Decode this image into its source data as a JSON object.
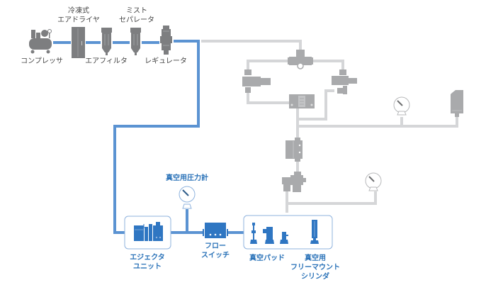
{
  "colors": {
    "active_pipe": "#5b93d2",
    "inactive_pipe": "#d5d6d8",
    "device_gray": "#7d7e80",
    "device_light_gray": "#a9aaac",
    "device_blue": "#2f76c2",
    "label_gray": "#444444",
    "label_blue": "#2a72b8",
    "group_box": "#8fb3de"
  },
  "air_prep": {
    "compressor": {
      "label": "コンプレッサ",
      "icon": "compressor-icon"
    },
    "dryer": {
      "label_lines": [
        "冷凍式",
        "エアドライヤ"
      ],
      "icon": "air-dryer-icon"
    },
    "filter": {
      "label": "エアフィルタ",
      "icon": "air-filter-icon"
    },
    "mist_separator": {
      "label_lines": [
        "ミスト",
        "セパレータ"
      ],
      "icon": "mist-separator-icon"
    },
    "regulator": {
      "label": "レギュレータ",
      "icon": "regulator-icon"
    }
  },
  "vacuum_line": {
    "gauge": {
      "label": "真空用圧力計",
      "icon": "vacuum-gauge-icon"
    },
    "ejector": {
      "label_lines": [
        "エジェクタ",
        "ユニット"
      ],
      "icon": "ejector-unit-icon"
    },
    "flow_switch": {
      "label_lines": [
        "フロー",
        "スイッチ"
      ],
      "icon": "flow-switch-icon"
    },
    "pad": {
      "label": "真空パッド",
      "icon": "vacuum-pad-icon"
    },
    "cylinder": {
      "label_lines": [
        "真空用",
        "フリーマウント",
        "シリンダ"
      ],
      "icon": "free-mount-cylinder-icon"
    }
  },
  "inactive_devices": [
    "tee-fitting-icon",
    "valve-left-icon",
    "valve-right-icon",
    "manifold-icon",
    "pressure-gauge-upper-icon",
    "pressure-sensor-icon",
    "solenoid-valve-icon",
    "regulator-valve-icon",
    "pressure-gauge-lower-icon"
  ]
}
